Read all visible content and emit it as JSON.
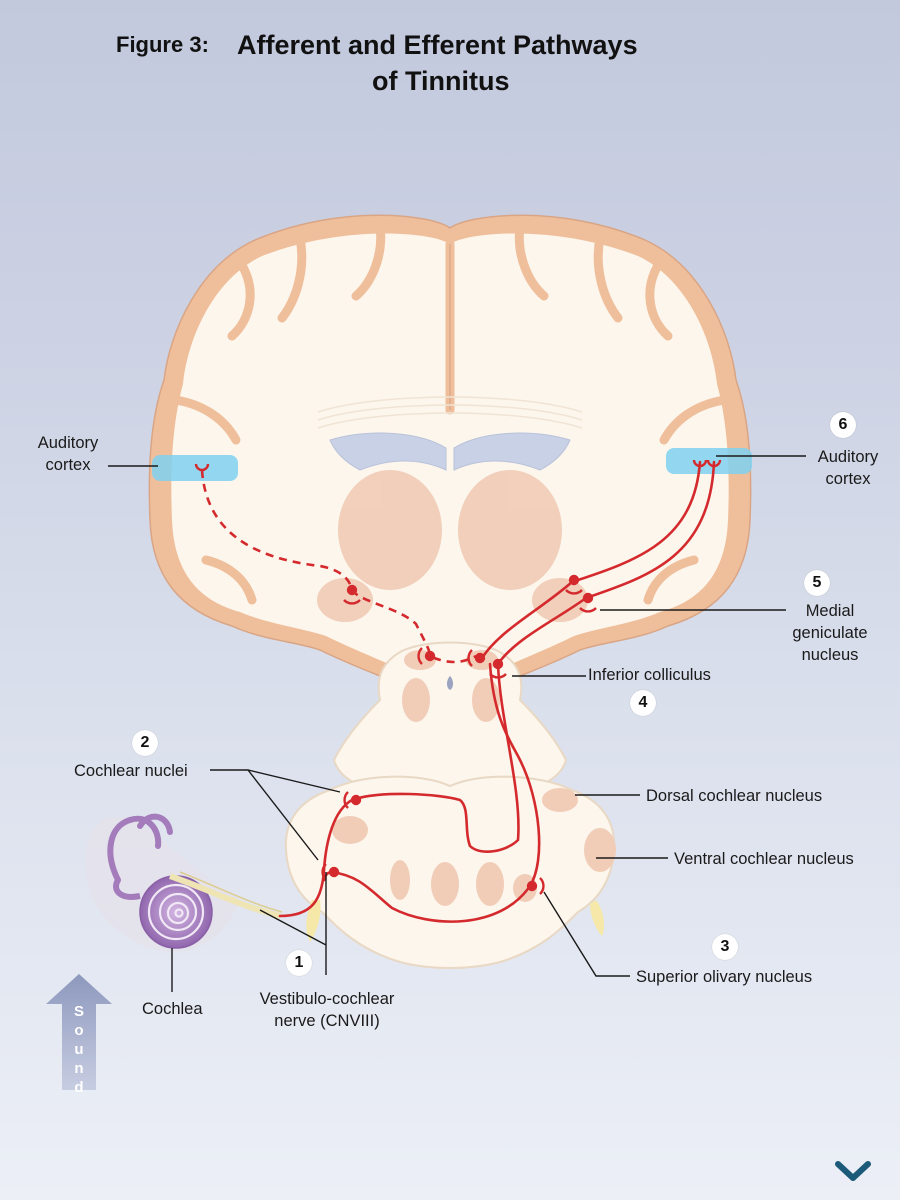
{
  "title": {
    "figure_label": "Figure 3:",
    "line1": "Afferent and Efferent Pathways",
    "line2": "of Tinnitus"
  },
  "labels": {
    "auditory_cortex_left": [
      "Auditory",
      "cortex"
    ],
    "auditory_cortex_right": [
      "Auditory",
      "cortex"
    ],
    "medial_geniculate": [
      "Medial",
      "geniculate",
      "nucleus"
    ],
    "inferior_colliculus": "Inferior colliculus",
    "cochlear_nuclei": "Cochlear nuclei",
    "dorsal_cochlear": "Dorsal cochlear nucleus",
    "ventral_cochlear": "Ventral cochlear nucleus",
    "superior_olivary": "Superior olivary nucleus",
    "vestibulocochlear": [
      "Vestibulo-cochlear",
      "nerve (CNVIII)"
    ],
    "cochlea": "Cochlea"
  },
  "numbers": {
    "n1": "1",
    "n2": "2",
    "n3": "3",
    "n4": "4",
    "n5": "5",
    "n6": "6"
  },
  "sound_arrow": {
    "letters": [
      "S",
      "o",
      "u",
      "n",
      "d"
    ]
  },
  "colors": {
    "pathway": "#d42a2e",
    "brain_fill": "#fdf6ec",
    "cortex_outline": "#efbf9c",
    "nucleus": "#f1cdb8",
    "cortex_highlight": "#7fd1f0",
    "arrow": "#8f9bc0",
    "cochlea": "#a47cbc"
  },
  "icons": {
    "next": "chevron-down-icon"
  }
}
